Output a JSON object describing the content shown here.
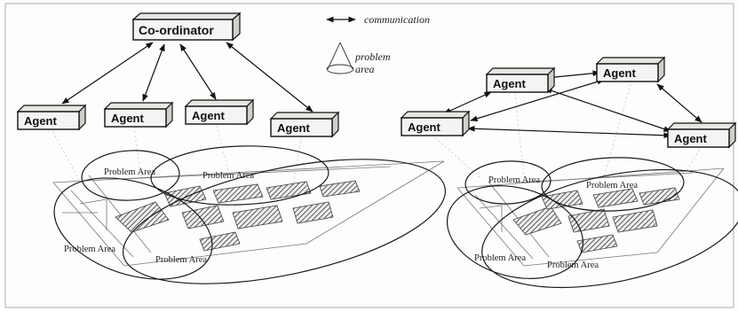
{
  "legend": {
    "communication": "communication",
    "problem_area_line1": "problem",
    "problem_area_line2": "area"
  },
  "left_diagram": {
    "coordinator": "Co-ordinator",
    "agents": [
      "Agent",
      "Agent",
      "Agent",
      "Agent"
    ],
    "problem_areas": [
      "Problem Area",
      "Problem Area",
      "Problem Area",
      "Problem Area"
    ]
  },
  "right_diagram": {
    "agents": [
      "Agent",
      "Agent",
      "Agent",
      "Agent"
    ],
    "problem_areas": [
      "Problem Area",
      "Problem Area",
      "Problem Area",
      "Problem Area"
    ]
  }
}
